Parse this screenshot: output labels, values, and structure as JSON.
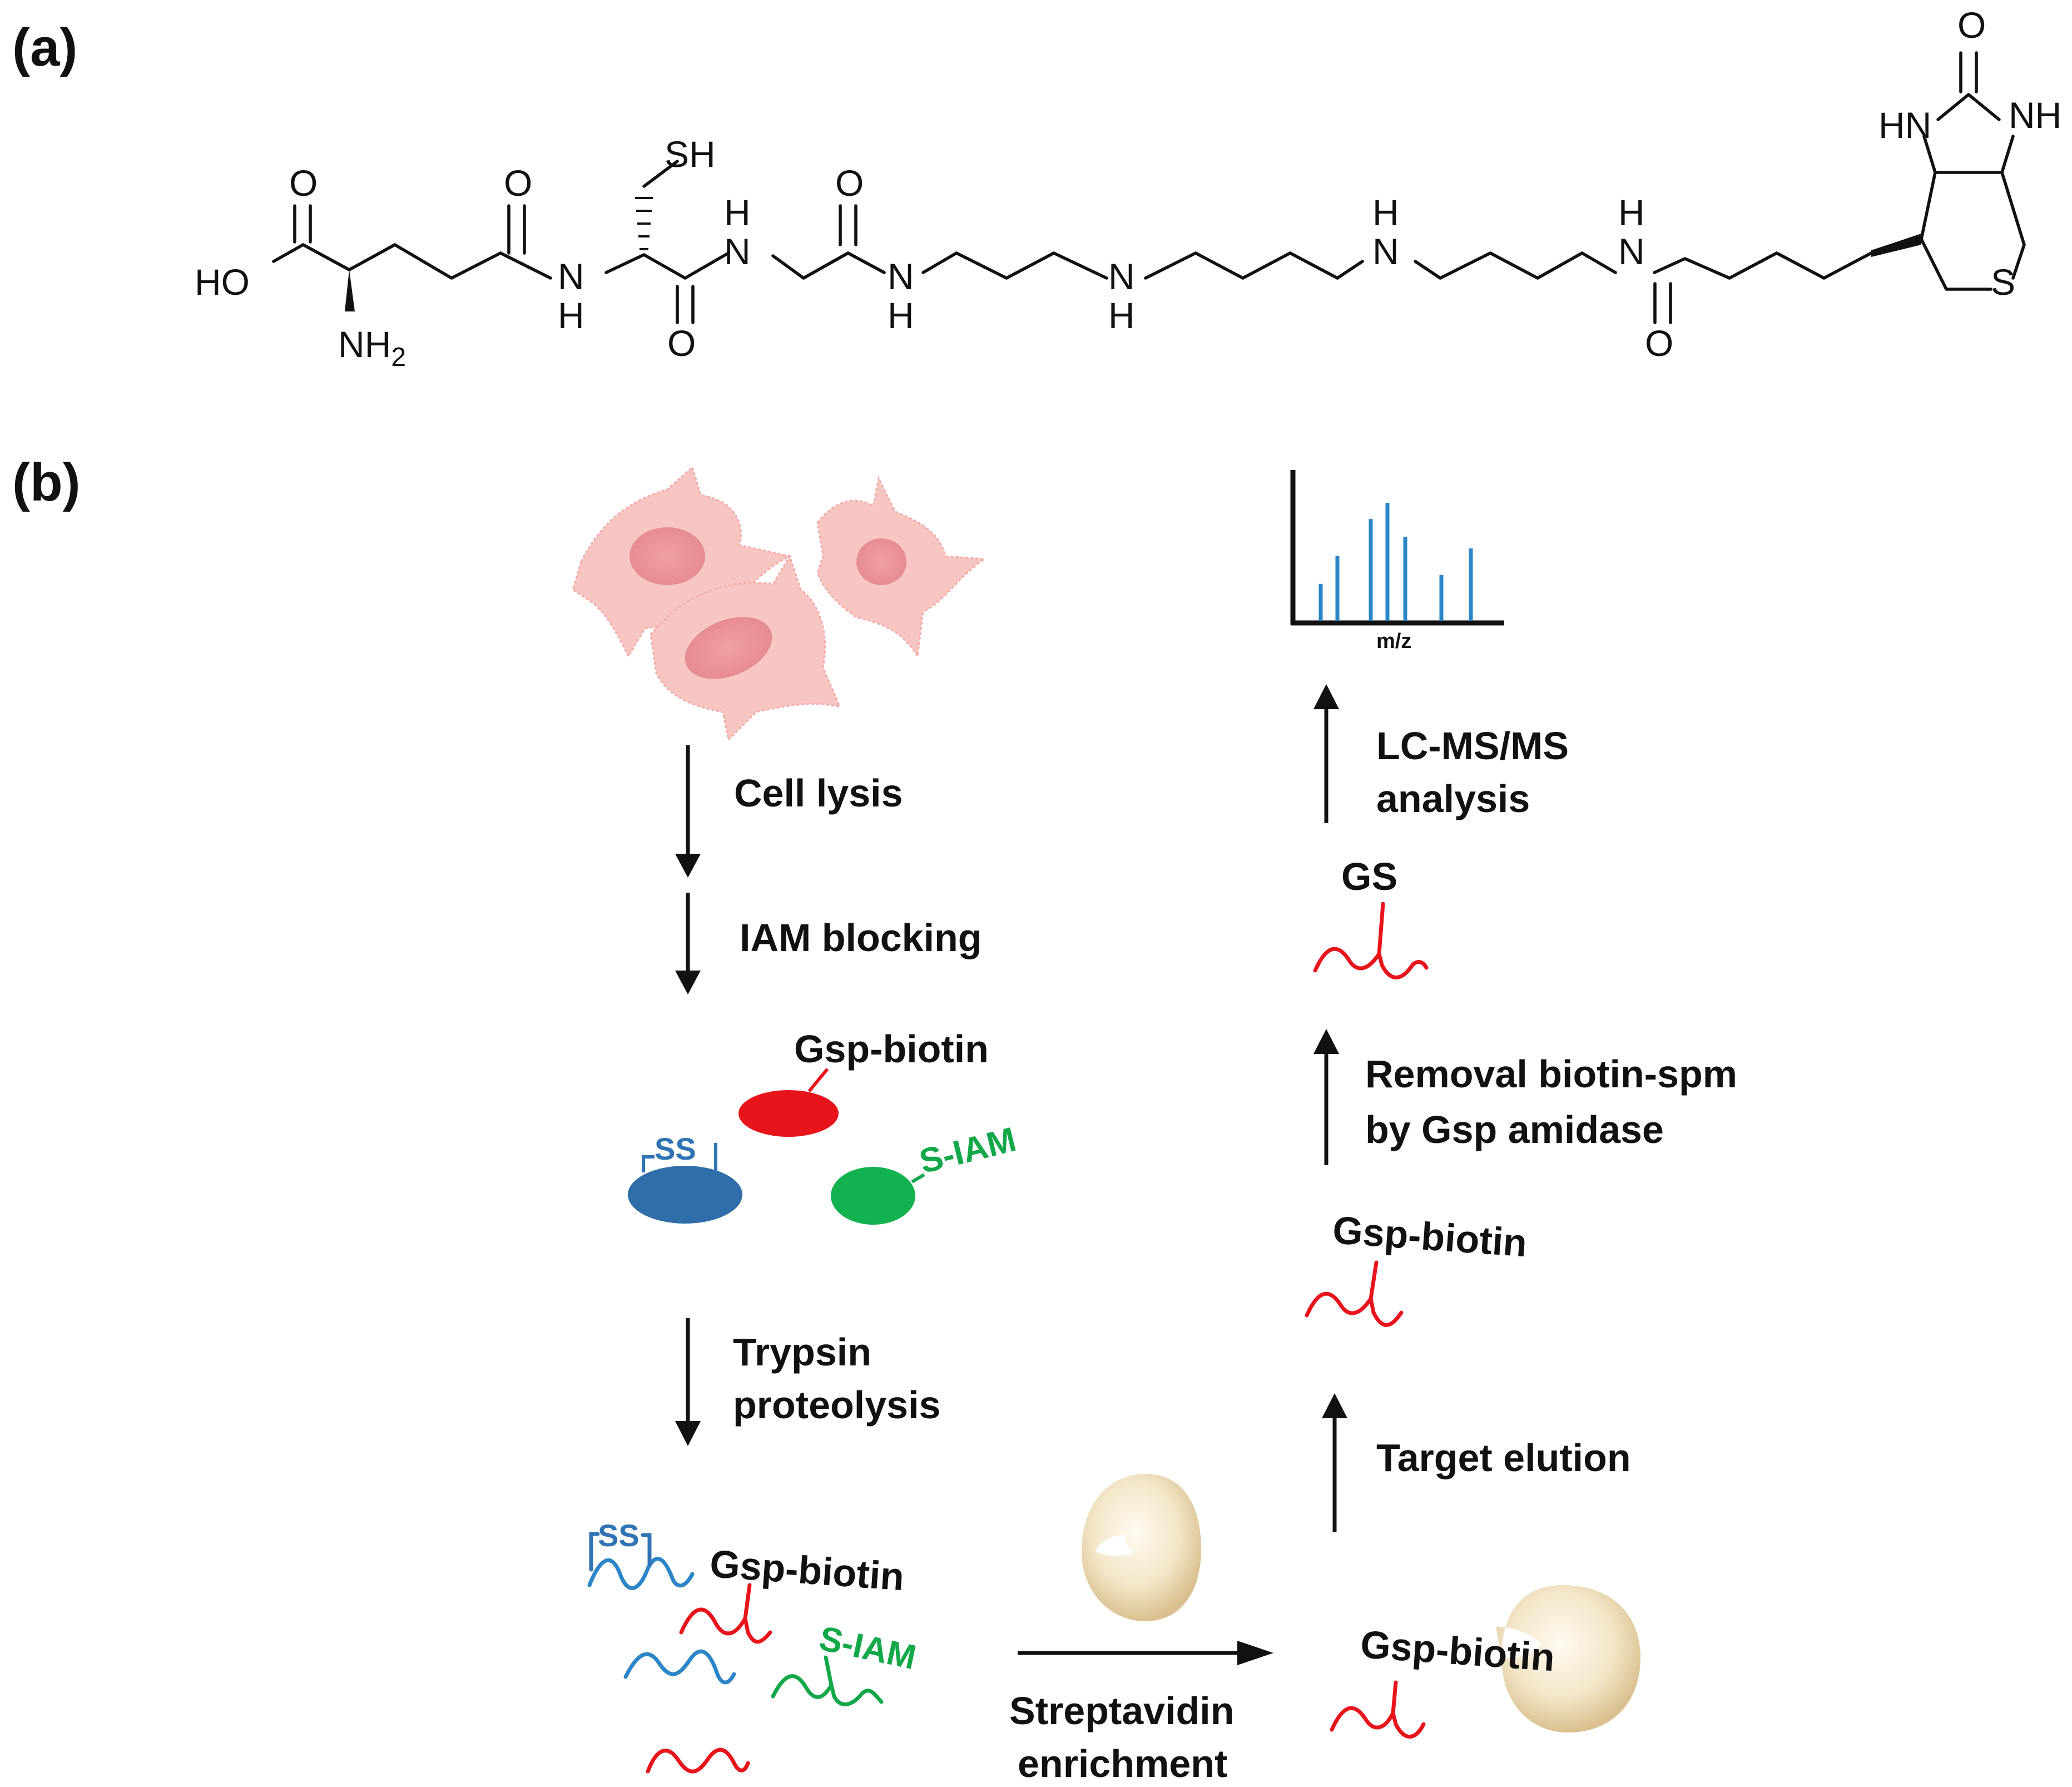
{
  "panels": {
    "a_label": "(a)",
    "b_label": "(b)"
  },
  "molecule": {
    "atoms": {
      "ho": "HO",
      "o_acid": "O",
      "nh2": "NH",
      "nh2_sub": "2",
      "o1": "O",
      "nh_a": "N",
      "nh_a_h": "H",
      "sh": "SH",
      "o2": "O",
      "nh_b": "N",
      "nh_b_h": "H",
      "o3": "O",
      "nh_c": "N",
      "nh_c_h": "H",
      "nh_d": "N",
      "nh_d_h": "H",
      "nh_e": "N",
      "nh_e_h": "H",
      "nh_f": "N",
      "nh_f_h": "H",
      "o4": "O",
      "o_urea": "O",
      "hn_left": "HN",
      "nh_right": "NH",
      "s_ring": "S"
    }
  },
  "workflow": {
    "steps": {
      "cell_lysis": "Cell lysis",
      "iam_blocking": "IAM blocking",
      "trypsin_1": "Trypsin",
      "trypsin_2": "proteolysis",
      "streptavidin_1": "Streptavidin",
      "streptavidin_2": "enrichment",
      "target_elution": "Target elution",
      "removal_1": "Removal biotin-spm",
      "removal_2": "by Gsp amidase",
      "lcms_1": "LC-MS/MS",
      "lcms_2": "analysis"
    },
    "labels": {
      "gsp_biotin_protein": "Gsp-biotin",
      "ss_protein": "SS",
      "s_iam_protein": "S-IAM",
      "ss_peptide": "SS",
      "gsp_biotin_peptide": "Gsp-biotin",
      "s_iam_peptide": "S-IAM",
      "gsp_biotin_bound": "Gsp-biotin",
      "gsp_biotin_eluted": "Gsp-biotin",
      "gs_peptide": "GS"
    },
    "spectrum": {
      "xlabel": "m/z",
      "peaks": [
        0.25,
        0.44,
        0.69,
        0.8,
        0.57,
        0.31,
        0.49
      ]
    },
    "colors": {
      "gsp": "#e8141b",
      "ss": "#2f74b5",
      "iam": "#12a84a",
      "cell": "#f7b8b4",
      "bead": "#ecd9b2",
      "peak": "#2a86c8"
    }
  }
}
